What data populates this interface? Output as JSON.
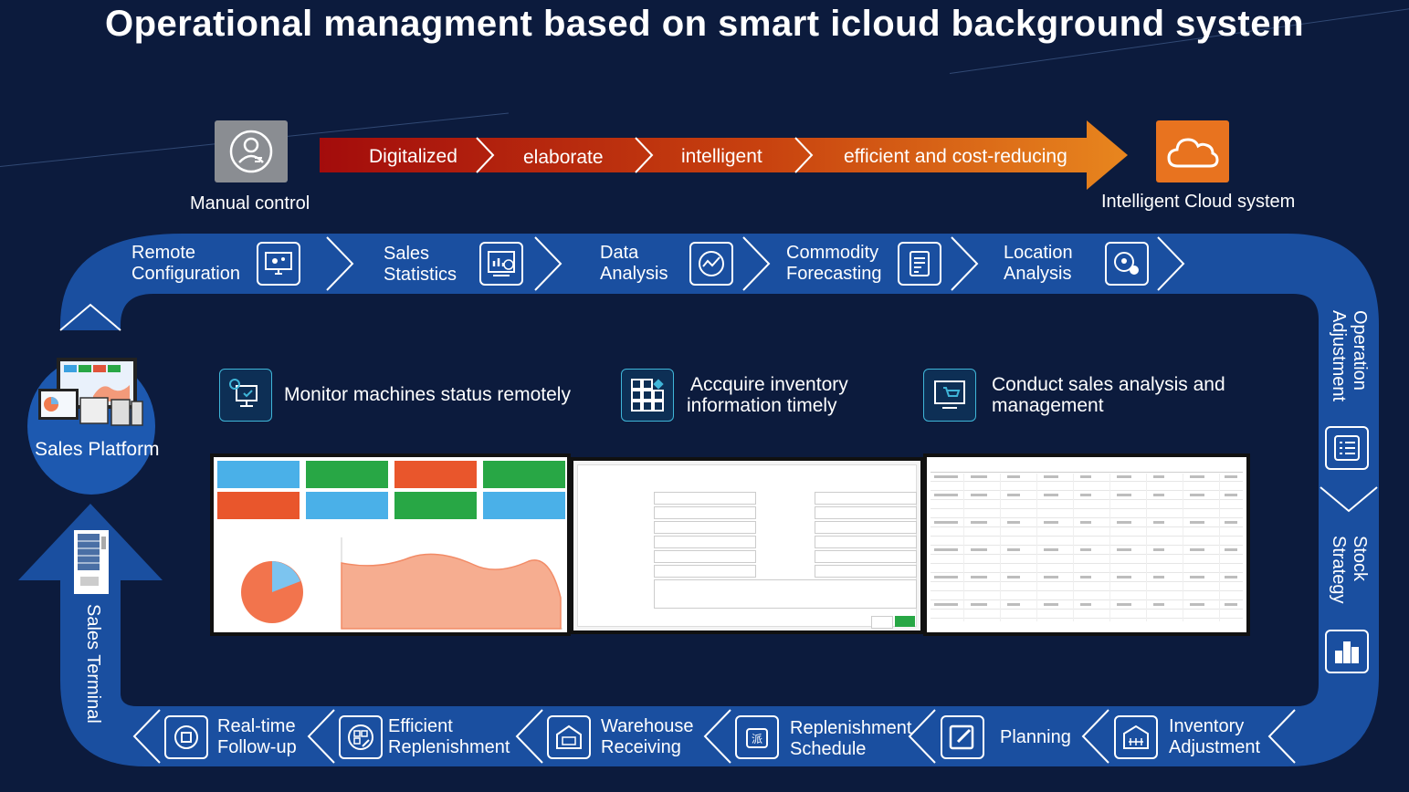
{
  "title": "Operational managment based on smart icloud background system",
  "colors": {
    "background": "#0c1b3d",
    "loop_blue": "#1a4fa0",
    "manual_gray": "#8a8d92",
    "cloud_orange": "#e8731f",
    "arrow_start": "#a30c0c",
    "arrow_end": "#e8861e"
  },
  "progression": {
    "start_label": "Manual control",
    "start_icon": "user-settings-icon",
    "end_label": "Intelligent Cloud system",
    "end_icon": "cloud-icon",
    "steps": [
      "Digitalized",
      "elaborate",
      "intelligent",
      "efficient and cost-reducing"
    ]
  },
  "top_band": [
    {
      "label_1": "Remote",
      "label_2": "Configuration",
      "icon": "monitor-gear-icon"
    },
    {
      "label_1": "Sales",
      "label_2": "Statistics",
      "icon": "chart-screen-icon"
    },
    {
      "label_1": "Data",
      "label_2": "Analysis",
      "icon": "analysis-gauge-icon"
    },
    {
      "label_1": "Commodity",
      "label_2": "Forecasting",
      "icon": "clipboard-list-icon"
    },
    {
      "label_1": "Location",
      "label_2": "Analysis",
      "icon": "map-location-icon"
    }
  ],
  "right_band": [
    {
      "label_1": "Operation",
      "label_2": "Adjustment",
      "icon": "checklist-icon"
    },
    {
      "label_1": "Stock",
      "label_2": "Strategy",
      "icon": "bar-blocks-icon"
    }
  ],
  "bottom_band": [
    {
      "label_1": "Real-time",
      "label_2": "Follow-up",
      "icon": "sync-box-icon"
    },
    {
      "label_1": "Efficient",
      "label_2": "Replenishment",
      "icon": "grid-rocket-icon"
    },
    {
      "label_1": "Warehouse",
      "label_2": "Receiving",
      "icon": "warehouse-truck-icon"
    },
    {
      "label_1": "Replenishment",
      "label_2": "Schedule",
      "icon": "dispatch-icon"
    },
    {
      "label_1": "Planning",
      "label_2": "",
      "icon": "edit-pen-icon"
    },
    {
      "label_1": "Inventory",
      "label_2": "Adjustment",
      "icon": "storehouse-icon"
    }
  ],
  "left_band": {
    "label": "Sales Terminal",
    "platform_label": "Sales Platform",
    "terminal_icon": "vending-machine-icon",
    "platform_icon": "devices-icon"
  },
  "features": [
    {
      "line_1": "Monitor machines status remotely",
      "line_2": "",
      "icon": "remote-monitor-icon"
    },
    {
      "line_1": "Accquire inventory",
      "line_2": "information timely",
      "icon": "inventory-grid-icon"
    },
    {
      "line_1": "Conduct sales analysis and",
      "line_2": "management",
      "icon": "cart-screen-icon"
    }
  ]
}
